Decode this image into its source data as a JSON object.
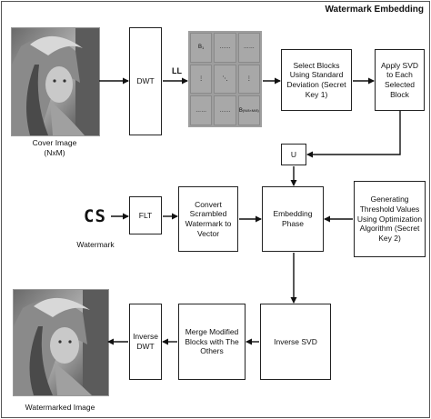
{
  "title": "Watermark Embedding",
  "cover_image": {
    "caption_line1": "Cover Image",
    "caption_line2": "(NxM)"
  },
  "watermark": {
    "glyph": "CS",
    "caption": "Watermark"
  },
  "watermarked_image": {
    "caption": "Watermarked Image"
  },
  "ll_label": "LL",
  "blocks_grid": {
    "first_block": "B",
    "first_block_sub": "1",
    "last_block": "B",
    "last_block_sub": "(N/8×M/8)",
    "dots_h": "……",
    "dots_v": "⋮",
    "dots_d": "⋱"
  },
  "boxes": {
    "dwt": "DWT",
    "select_blocks": "Select Blocks Using Standard Deviation (Secret Key 1)",
    "apply_svd": "Apply SVD to Each Selected Block",
    "u": "U",
    "flt": "FLT",
    "convert": "Convert Scrambled Watermark to Vector",
    "embedding": "Embedding Phase",
    "generating": "Generating Threshold Values Using Optimization Algorithm (Secret Key 2)",
    "inverse_svd": "Inverse SVD",
    "merge": "Merge Modified Blocks with The Others",
    "inverse_dwt": "Inverse DWT"
  },
  "icons": [
    "lena-photo",
    "watermark-cs-glyph",
    "arrow"
  ]
}
